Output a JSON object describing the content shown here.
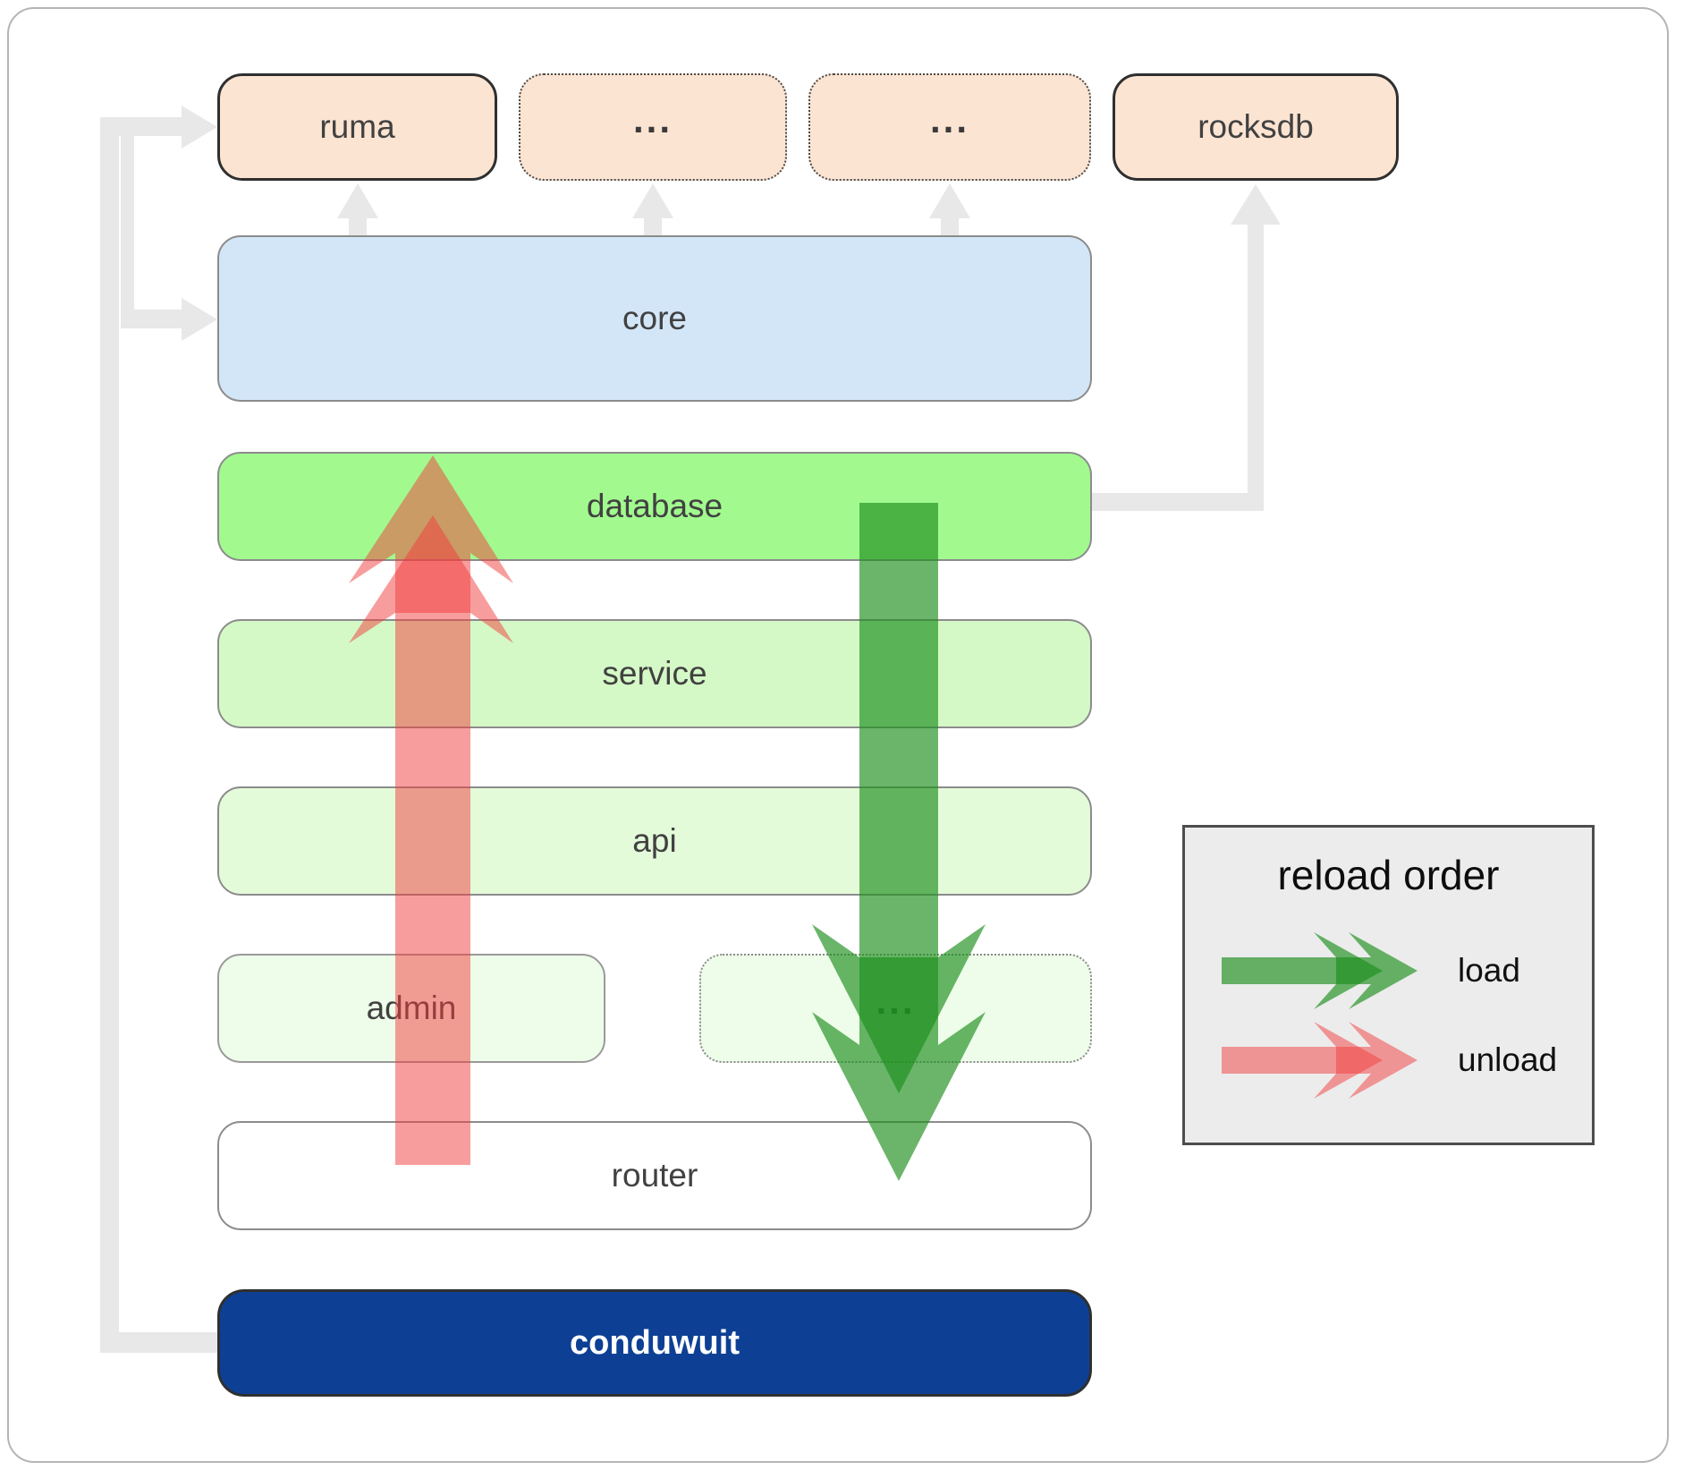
{
  "boxes": {
    "ruma": {
      "label": "ruma"
    },
    "crates_more_1": {
      "label": "..."
    },
    "crates_more_2": {
      "label": "..."
    },
    "rocksdb": {
      "label": "rocksdb"
    },
    "core": {
      "label": "core"
    },
    "database": {
      "label": "database"
    },
    "service": {
      "label": "service"
    },
    "api": {
      "label": "api"
    },
    "admin": {
      "label": "admin"
    },
    "admin_more": {
      "label": "..."
    },
    "router": {
      "label": "router"
    },
    "conduwuit": {
      "label": "conduwuit"
    }
  },
  "legend": {
    "title": "reload order",
    "load_label": "load",
    "unload_label": "unload"
  },
  "colors": {
    "load_green": "#1d8f1d",
    "unload_red": "#f23b3b",
    "connector_gray": "#e8e8e8",
    "frame_border": "#b5b5b5",
    "box_border_dark": "#2f2f2f",
    "box_border_gray": "#8c8c8c",
    "peach_fill": "#fce4d2",
    "core_fill": "#d3e6f8",
    "database_fill": "#a2fa8f",
    "service_fill": "#d4f9c6",
    "api_fill": "#e4fbda",
    "faint_green_fill": "#eefdea",
    "router_fill": "#ffffff",
    "conduwuit_fill": "#0d4094",
    "legend_bg": "#ececec",
    "label_color": "#414141"
  }
}
